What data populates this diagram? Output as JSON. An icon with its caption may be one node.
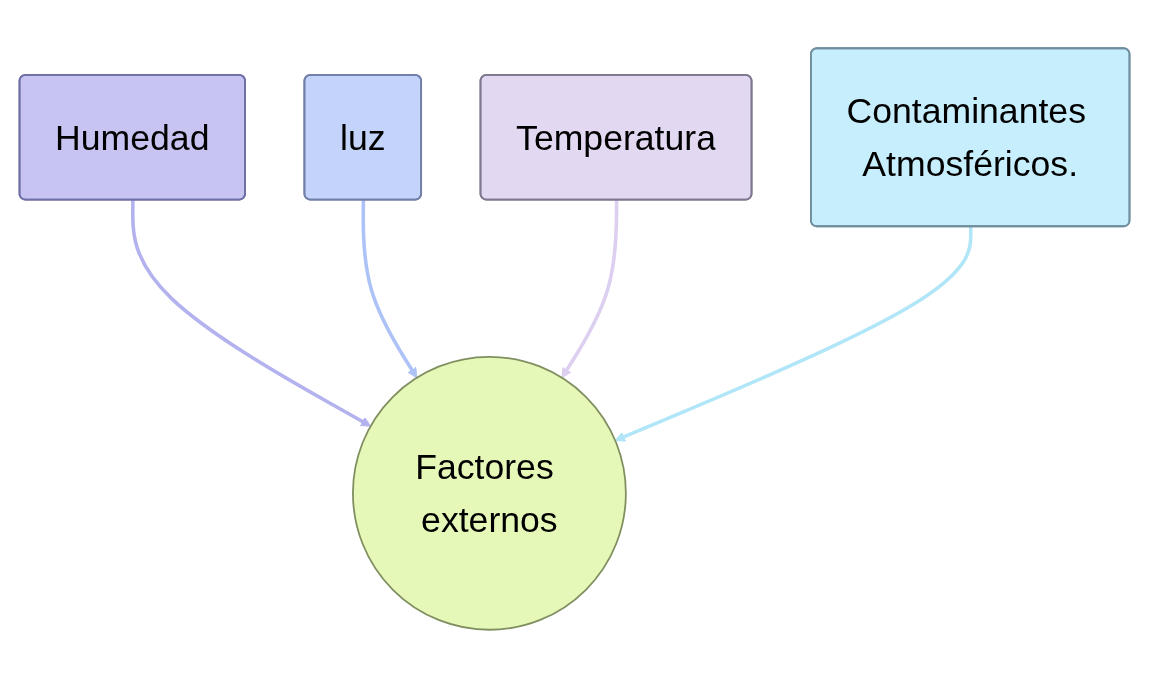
{
  "diagram": {
    "nodes": [
      {
        "text": [
          "Humedad"
        ]
      },
      {
        "text": [
          "luz"
        ]
      },
      {
        "text": [
          "Temperatura"
        ]
      },
      {
        "text": [
          "Contaminantes Atmosféricos."
        ]
      },
      {
        "text": [
          "Factores externos"
        ]
      }
    ],
    "edges": [
      {
        "from": 0,
        "to": 4,
        "arrow": "to",
        "color": "#b4b2ee"
      },
      {
        "from": 1,
        "to": 4,
        "arrow": "to",
        "color": "#adc2f6"
      },
      {
        "from": 2,
        "to": 4,
        "arrow": "to",
        "color": "#dccff0"
      },
      {
        "from": 3,
        "to": 4,
        "arrow": "to",
        "color": "#b0e6f8"
      }
    ]
  }
}
